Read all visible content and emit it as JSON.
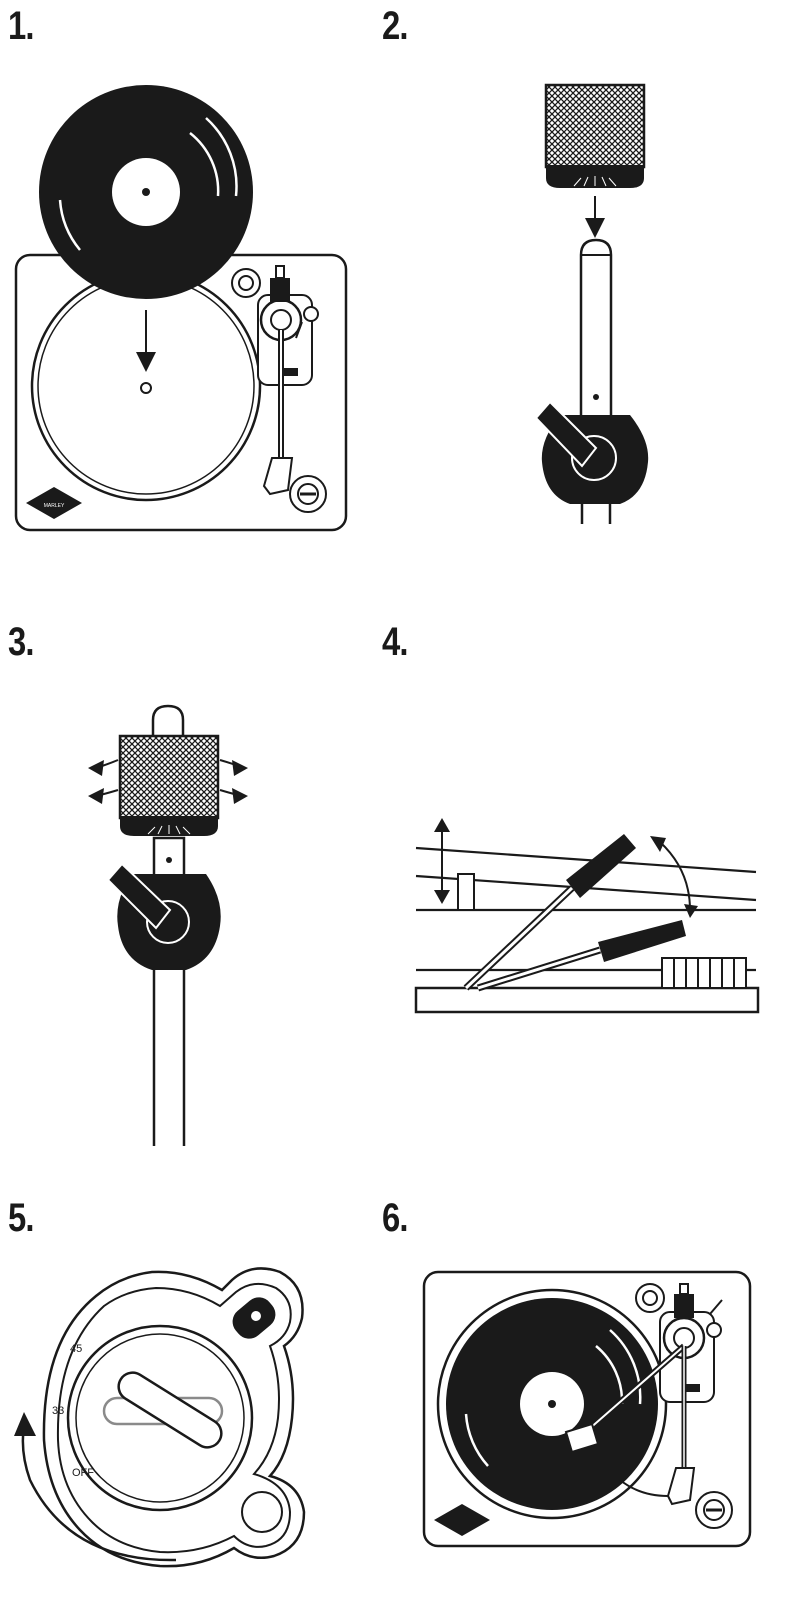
{
  "steps": [
    {
      "number": "1."
    },
    {
      "number": "2."
    },
    {
      "number": "3."
    },
    {
      "number": "4."
    },
    {
      "number": "5."
    },
    {
      "number": "6."
    }
  ],
  "speed_dial": {
    "speed_high": "45",
    "speed_low": "33",
    "off": "OFF"
  },
  "brand_badge": {
    "text": "MARLEY"
  },
  "colors": {
    "ink": "#1a1a1a",
    "paper": "#ffffff",
    "grey": "#8a8a8a"
  }
}
